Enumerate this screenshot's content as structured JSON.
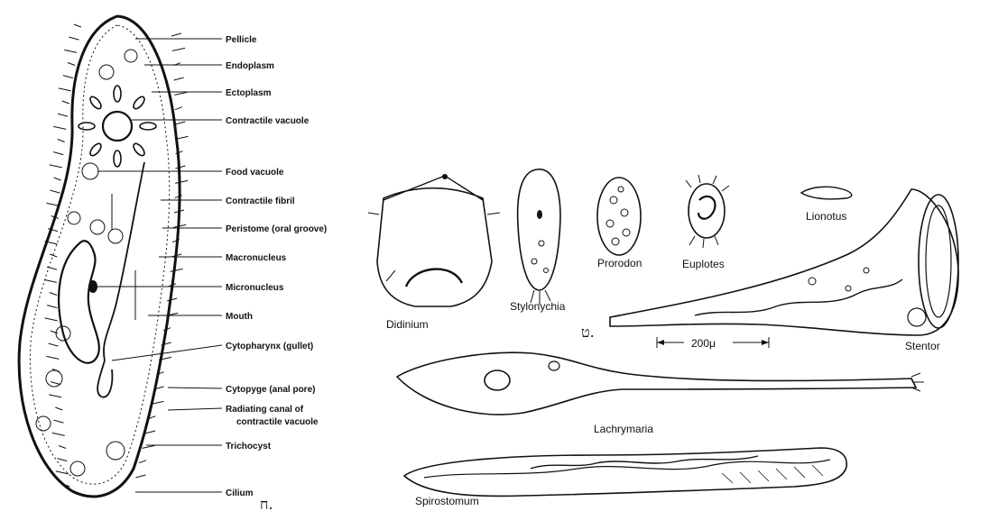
{
  "paramecium": {
    "labels": [
      "Pellicle",
      "Endoplasm",
      "Ectoplasm",
      "Contractile vacuole",
      "Food vacuole",
      "Contractile fibril",
      "Peristome (oral groove)",
      "Macronucleus",
      "Micronucleus",
      "Mouth",
      "Cytopharynx (gullet)",
      "Cytopyge (anal pore)",
      "Radiating canal of",
      "contractile vacuole",
      "Trichocyst",
      "Cilium"
    ],
    "panel_mark": "ח."
  },
  "organisms": {
    "didinium": "Didinium",
    "stylonychia": "Stylonychia",
    "prorodon": "Prorodon",
    "euplotes": "Euplotes",
    "lionotus": "Lionotus",
    "stentor": "Stentor",
    "lachrymaria": "Lachrymaria",
    "spirostomum": "Spirostomum"
  },
  "scale_bar": "200μ",
  "panel_mark_right": "ט."
}
